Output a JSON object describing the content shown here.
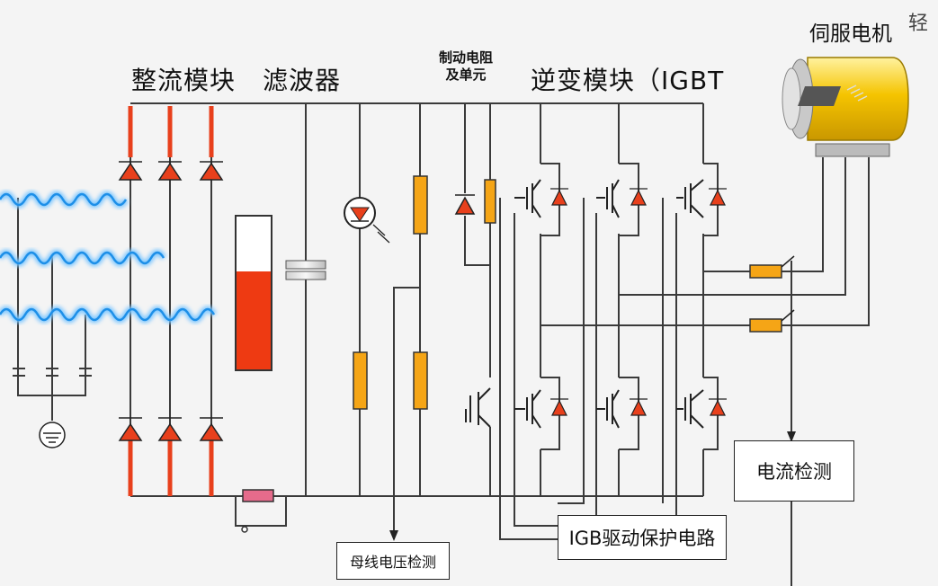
{
  "labels": {
    "rectifier": "整流模块",
    "filter": "滤波器",
    "brake_line1": "制动电阻",
    "brake_line2": "及单元",
    "inverter": "逆变模块（IGBT",
    "servo_motor": "伺服电机"
  },
  "boxes": {
    "current_detect": "电流检测",
    "igbt_drive": "IGB驱动保护电路",
    "bus_voltage": "母线电压检测"
  },
  "corner_text": "轻",
  "colors": {
    "wire": "#3a3a3a",
    "highlight_wire": "#e8401c",
    "diode": "#e8401c",
    "resistor": "#f2a31b",
    "wave": "#2a9df4",
    "motor_body": "#f5c400"
  }
}
